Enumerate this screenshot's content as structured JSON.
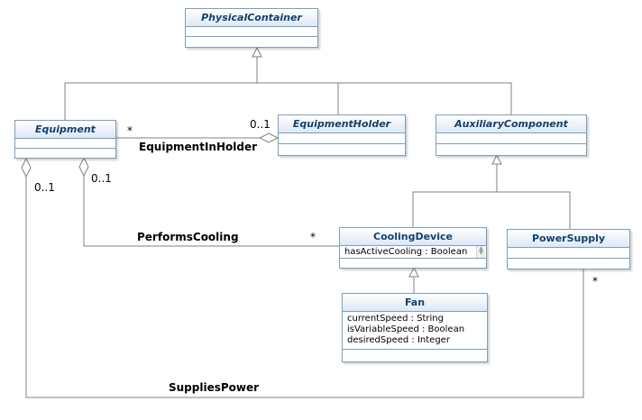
{
  "classes": {
    "physical_container": {
      "name": "PhysicalContainer"
    },
    "equipment": {
      "name": "Equipment"
    },
    "equipment_holder": {
      "name": "EquipmentHolder"
    },
    "auxiliary_component": {
      "name": "AuxiliaryComponent"
    },
    "cooling_device": {
      "name": "CoolingDevice",
      "attributes": [
        "hasActiveCooling : Boolean"
      ]
    },
    "power_supply": {
      "name": "PowerSupply"
    },
    "fan": {
      "name": "Fan",
      "attributes": [
        "currentSpeed : String",
        "isVariableSpeed : Boolean",
        "desiredSpeed : Integer"
      ]
    }
  },
  "associations": {
    "equipment_in_holder": {
      "name": "EquipmentInHolder",
      "end_equipment": "*",
      "end_holder": "0..1"
    },
    "performs_cooling": {
      "name": "PerformsCooling",
      "end_equipment": "0..1",
      "end_cooling": "*"
    },
    "supplies_power": {
      "name": "SuppliesPower",
      "end_equipment": "0..1",
      "end_power": "*"
    }
  },
  "colors": {
    "border": "#7f9db9",
    "header_text": "#15406b",
    "line": "#808080"
  }
}
